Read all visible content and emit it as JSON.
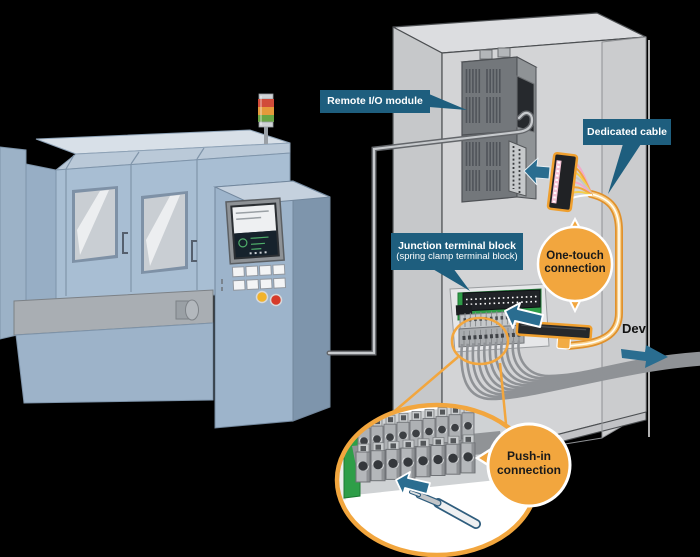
{
  "callouts": {
    "remote_io": {
      "label": "Remote I/O module"
    },
    "dedicated_cable": {
      "label": "Dedicated cable"
    },
    "junction": {
      "line1": "Junction terminal block",
      "line2": "(spring clamp terminal block)"
    },
    "one_touch": {
      "line1": "One-touch",
      "line2": "connection"
    },
    "push_in": {
      "line1": "Push-in",
      "line2": "connection"
    },
    "devices": {
      "label": "Dev"
    }
  },
  "colors": {
    "callout_bg": "#1e5e7e",
    "callout_text": "#ffffff",
    "bubble_orange": "#f2a63e",
    "bubble_text": "#1a1a1a",
    "arrow_blue": "#2a6d90",
    "cable_yellow": "#e0912c",
    "pcb_green": "#2e9e48",
    "tower_red": "#d14c3a",
    "tower_orange": "#e59a3b",
    "tower_green": "#6aa544"
  }
}
